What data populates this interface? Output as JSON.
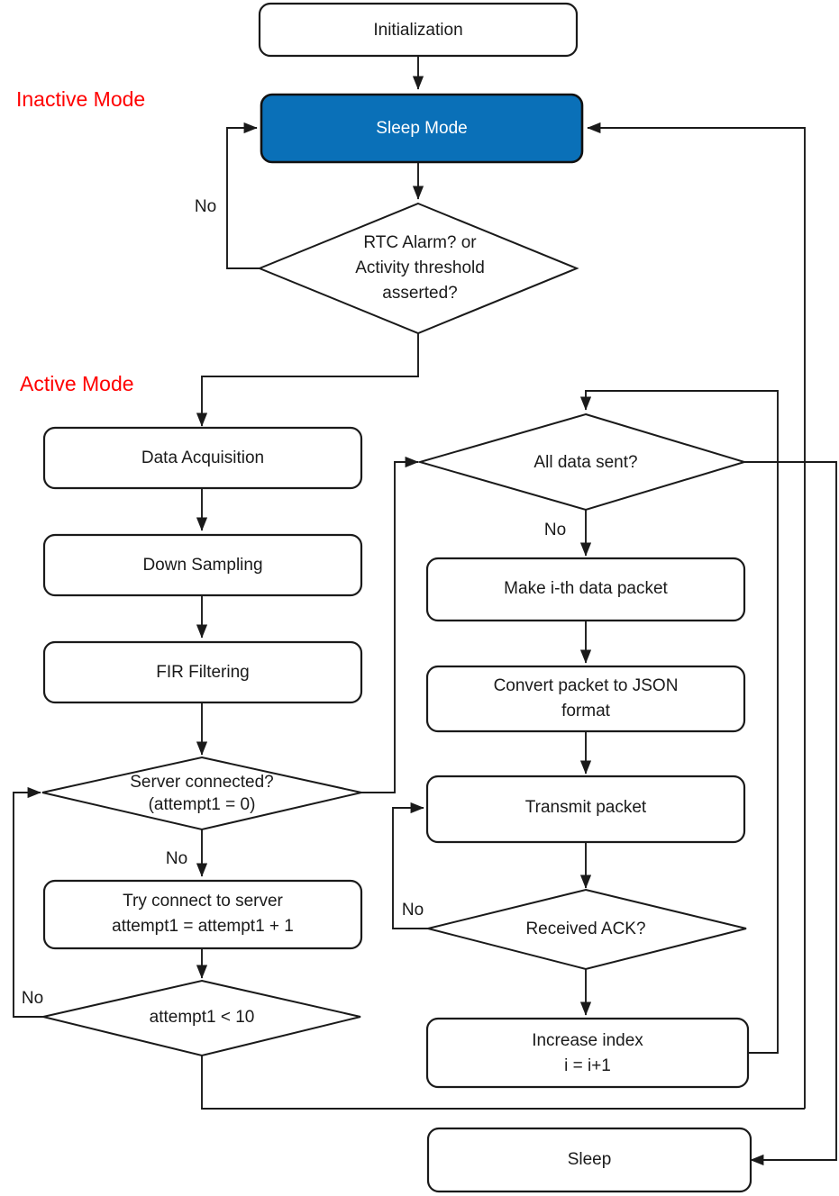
{
  "diagram": {
    "title": "Sensor node firmware operation flowchart",
    "colors": {
      "accent": "#0a70b8",
      "mode_label": "#ff0000",
      "stroke": "#1a1a1a",
      "background": "#ffffff"
    },
    "mode_labels": [
      {
        "id": "inactive-mode",
        "text": "Inactive  Mode"
      },
      {
        "id": "active-mode",
        "text": "Active Mode"
      }
    ],
    "nodes": [
      {
        "id": "initialization",
        "shape": "rounded-rect",
        "text": "Initialization",
        "highlight": false
      },
      {
        "id": "sleep-mode",
        "shape": "rounded-rect",
        "text": "Sleep Mode",
        "highlight": true
      },
      {
        "id": "rtc-alarm",
        "shape": "diamond",
        "text_lines": [
          "RTC Alarm? or",
          "Activity threshold",
          "asserted?"
        ]
      },
      {
        "id": "data-acquisition",
        "shape": "rounded-rect",
        "text": "Data Acquisition",
        "highlight": false
      },
      {
        "id": "down-sampling",
        "shape": "rounded-rect",
        "text": "Down Sampling",
        "highlight": false
      },
      {
        "id": "fir-filtering",
        "shape": "rounded-rect",
        "text": "FIR Filtering",
        "highlight": false
      },
      {
        "id": "server-connected",
        "shape": "diamond",
        "text_lines": [
          "Server connected?",
          "(attempt1 = 0)"
        ]
      },
      {
        "id": "try-connect",
        "shape": "rounded-rect",
        "text_lines": [
          "Try connect to server",
          "attempt1 = attempt1 + 1"
        ],
        "highlight": false
      },
      {
        "id": "attempt-check",
        "shape": "diamond",
        "text_lines": [
          "attempt1 < 10"
        ]
      },
      {
        "id": "all-data-sent",
        "shape": "diamond",
        "text_lines": [
          "All data sent?"
        ]
      },
      {
        "id": "make-packet",
        "shape": "rounded-rect",
        "text": "Make i-th data packet",
        "highlight": false
      },
      {
        "id": "convert-json",
        "shape": "rounded-rect",
        "text_lines": [
          "Convert packet to JSON",
          "format"
        ],
        "highlight": false
      },
      {
        "id": "transmit-packet",
        "shape": "rounded-rect",
        "text": "Transmit packet",
        "highlight": false
      },
      {
        "id": "received-ack",
        "shape": "diamond",
        "text_lines": [
          "Received ACK?"
        ]
      },
      {
        "id": "increase-index",
        "shape": "rounded-rect",
        "text_lines": [
          "Increase index",
          "i = i+1"
        ],
        "highlight": false
      },
      {
        "id": "sleep",
        "shape": "rounded-rect",
        "text": "Sleep",
        "highlight": false
      }
    ],
    "edge_labels": [
      {
        "id": "rtc-no",
        "text": "No"
      },
      {
        "id": "server-no",
        "text": "No"
      },
      {
        "id": "attempt-no",
        "text": "No"
      },
      {
        "id": "alldata-no",
        "text": "No"
      },
      {
        "id": "ack-no",
        "text": "No"
      }
    ],
    "edges": [
      {
        "from": "initialization",
        "to": "sleep-mode",
        "label": ""
      },
      {
        "from": "sleep-mode",
        "to": "rtc-alarm",
        "label": ""
      },
      {
        "from": "rtc-alarm",
        "to": "sleep-mode",
        "label": "No"
      },
      {
        "from": "rtc-alarm",
        "to": "data-acquisition",
        "label": ""
      },
      {
        "from": "data-acquisition",
        "to": "down-sampling",
        "label": ""
      },
      {
        "from": "down-sampling",
        "to": "fir-filtering",
        "label": ""
      },
      {
        "from": "fir-filtering",
        "to": "server-connected",
        "label": ""
      },
      {
        "from": "server-connected",
        "to": "try-connect",
        "label": "No"
      },
      {
        "from": "server-connected",
        "to": "all-data-sent",
        "label": ""
      },
      {
        "from": "try-connect",
        "to": "attempt-check",
        "label": ""
      },
      {
        "from": "attempt-check",
        "to": "server-connected",
        "label": "No"
      },
      {
        "from": "attempt-check",
        "to": "sleep",
        "label": ""
      },
      {
        "from": "all-data-sent",
        "to": "make-packet",
        "label": "No"
      },
      {
        "from": "all-data-sent",
        "to": "sleep",
        "label": ""
      },
      {
        "from": "make-packet",
        "to": "convert-json",
        "label": ""
      },
      {
        "from": "convert-json",
        "to": "transmit-packet",
        "label": ""
      },
      {
        "from": "transmit-packet",
        "to": "received-ack",
        "label": ""
      },
      {
        "from": "received-ack",
        "to": "transmit-packet",
        "label": "No"
      },
      {
        "from": "received-ack",
        "to": "increase-index",
        "label": ""
      },
      {
        "from": "increase-index",
        "to": "all-data-sent",
        "label": ""
      },
      {
        "from": "sleep",
        "to": "sleep-mode",
        "label": ""
      }
    ]
  }
}
